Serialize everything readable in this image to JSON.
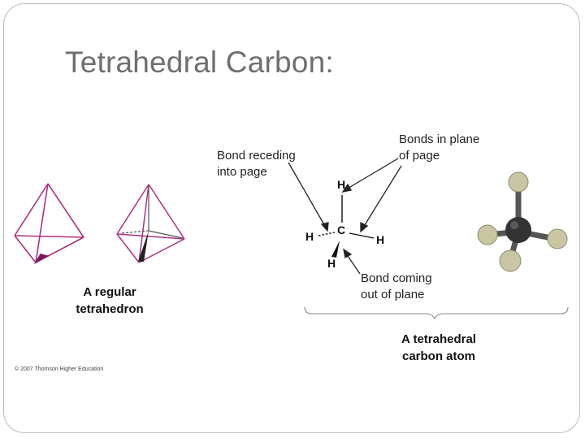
{
  "title": "Tetrahedral Carbon:",
  "left_caption": {
    "line1": "A regular",
    "line2": "tetrahedron"
  },
  "labels": {
    "receding": {
      "line1": "Bond receding",
      "line2": "into page"
    },
    "in_plane": {
      "line1": "Bonds in plane",
      "line2": "of page"
    },
    "coming_out": {
      "line1": "Bond coming",
      "line2": "out of plane"
    }
  },
  "atoms": {
    "center": "C",
    "top": "H",
    "left": "H",
    "right": "H",
    "bottom": "H"
  },
  "right_caption": {
    "line1": "A tetrahedral",
    "line2": "carbon atom"
  },
  "copyright": "© 2007 Thomson Higher Education",
  "colors": {
    "tetra_edge": "#b0307f",
    "tetra_dark": "#7a1b58",
    "title": "#6f6f6f",
    "h_ball": "#c9c6a4",
    "c_ball": "#333333"
  }
}
